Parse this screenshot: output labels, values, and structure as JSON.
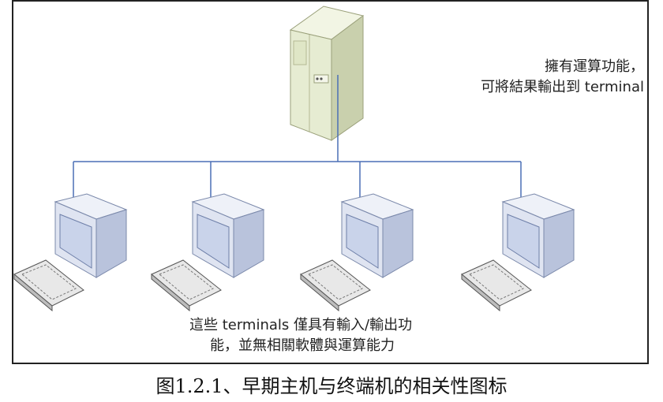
{
  "server_note": {
    "line1": "擁有運算功能，",
    "line2": "可將結果輸出到 terminal"
  },
  "terminal_note": {
    "line1": "這些 terminals 僅具有輸入/輸出功",
    "line2": "能，並無相關軟體與運算能力"
  },
  "caption": "图1.2.1、早期主机与终端机的相关性图标",
  "colors": {
    "connector": "#4a6fb5",
    "server_body": "#e6ecd2",
    "monitor_body": "#dfe4f1",
    "monitor_screen": "#c9d3ea",
    "keyboard": "#e8e8e8"
  }
}
